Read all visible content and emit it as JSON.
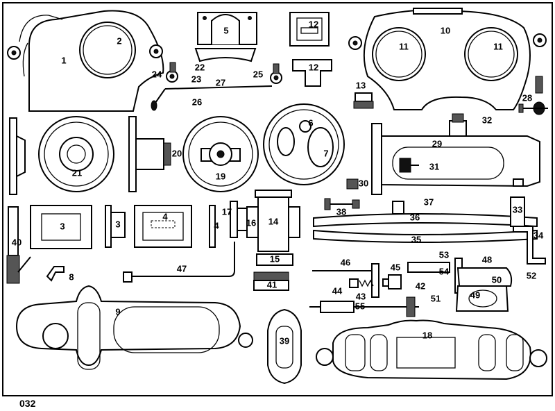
{
  "plate_number": "032",
  "labels": [
    "1",
    "2",
    "3",
    "3",
    "4",
    "4",
    "5",
    "6",
    "7",
    "8",
    "9",
    "10",
    "11",
    "11",
    "12",
    "12",
    "13",
    "14",
    "15",
    "16",
    "17",
    "18",
    "19",
    "20",
    "21",
    "22",
    "23",
    "24",
    "25",
    "26",
    "27",
    "28",
    "29",
    "30",
    "31",
    "32",
    "33",
    "34",
    "35",
    "36",
    "37",
    "38",
    "39",
    "40",
    "41",
    "42",
    "43",
    "44",
    "45",
    "46",
    "47",
    "48",
    "49",
    "50",
    "51",
    "52",
    "53",
    "54",
    "55"
  ]
}
